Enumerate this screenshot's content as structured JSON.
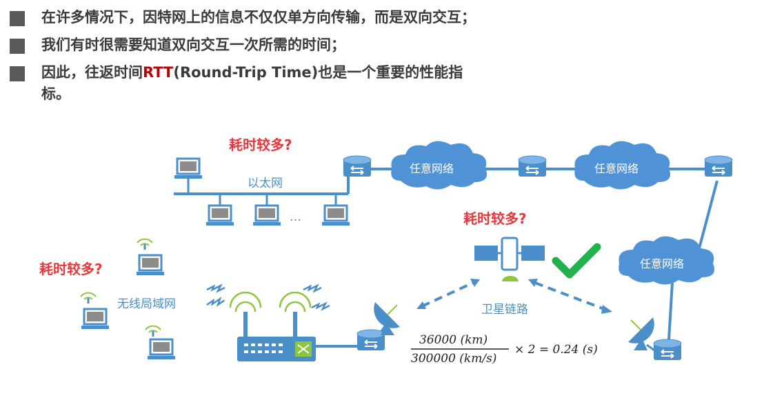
{
  "bullets": [
    {
      "text": "在许多情况下，因特网上的信息不仅仅单方向传输，而是双向交互；"
    },
    {
      "text": "我们有时很需要知道双向交互一次所需的时间；"
    },
    {
      "pre": "因此，往返时间",
      "highlight": "RTT",
      "post": "(Round-Trip Time)也是一个重要的性能指",
      "post2": "标。"
    }
  ],
  "diagram": {
    "ethernet_label": "以太网",
    "wireless_label": "无线局域网",
    "cloud_label": "任意网络",
    "satellite_label": "卫星链路",
    "question": "耗时较多?",
    "dots": "…",
    "formula": {
      "numerator": "36000  (km)",
      "denominator": "300000  (km/s)",
      "multiplier": "×  2  =  0.24  (s)"
    },
    "colors": {
      "blue": "#4a8fc9",
      "cloud": "#4f93d6",
      "red": "#e8383d",
      "check": "#22b24c"
    }
  }
}
